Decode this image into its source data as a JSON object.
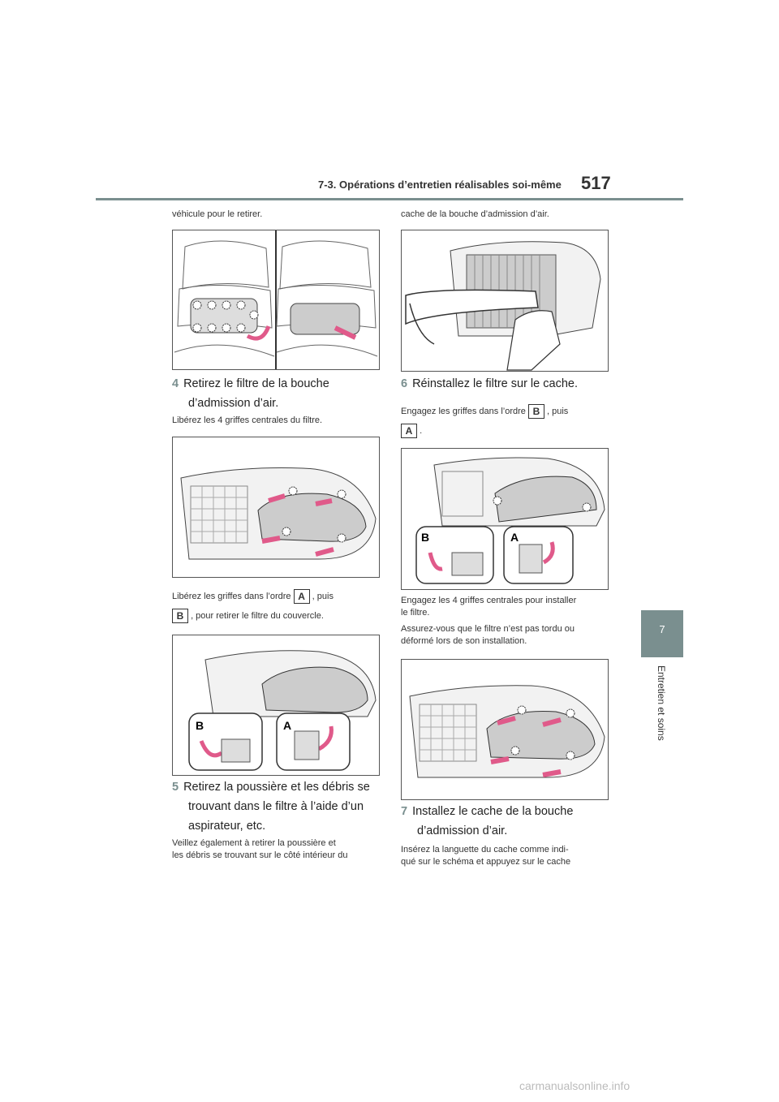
{
  "header": {
    "section_title": "7-3. Opérations d’entretien réalisables soi-même",
    "page_number": "517"
  },
  "side_tab": {
    "number": "7",
    "label": "Entretien et soins"
  },
  "left": {
    "intro_text": "véhicule pour le retirer.",
    "step4": {
      "number": "4",
      "title_line1": "Retirez le filtre de la bouche",
      "title_line2": "d’admission d’air."
    },
    "step4_note": "Libérez les 4 griffes centrales du filtre.",
    "step4_order_a": "Libérez les griffes dans l’ordre",
    "step4_order_b": ", puis",
    "step4_order_c": ", pour retirer le filtre du couvercle.",
    "step5": {
      "number": "5",
      "title_line1": "Retirez la poussière et les débris se",
      "title_line2": "trouvant dans le filtre à l’aide d’un",
      "title_line3": "aspirateur, etc."
    },
    "step5_note_line1": "Veillez également à retirer la poussière et",
    "step5_note_line2": "les débris se trouvant sur le côté intérieur du"
  },
  "right": {
    "intro_text": "cache de la bouche d’admission d’air.",
    "step6": {
      "number": "6",
      "title": "Réinstallez le filtre sur le cache."
    },
    "step6_order_a": "Engagez les griffes dans l’ordre",
    "step6_order_b": ", puis",
    "step6_order_c": ".",
    "step6_note1_line1": "Engagez les 4 griffes centrales pour installer",
    "step6_note1_line2": "le filtre.",
    "step6_note2_line1": "Assurez-vous que le filtre n’est pas tordu ou",
    "step6_note2_line2": "déformé lors de son installation.",
    "step7": {
      "number": "7",
      "title_line1": "Installez le cache de la bouche",
      "title_line2": "d’admission d’air."
    },
    "step7_note_line1": "Insérez la languette du cache comme indi-",
    "step7_note_line2": "qué sur le schéma et appuyez sur le cache"
  },
  "badges": {
    "a": "A",
    "b": "B"
  },
  "watermark": "carmanualsonline.info",
  "colors": {
    "accent": "#7a8f8f",
    "arrow": "#e05a8a"
  }
}
